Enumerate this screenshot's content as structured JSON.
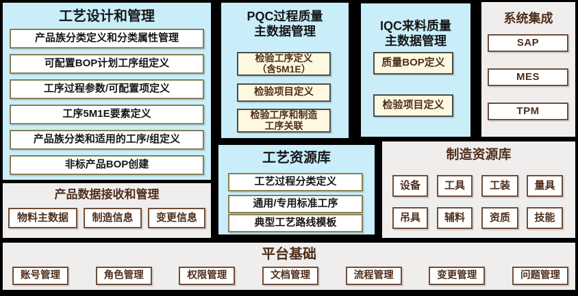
{
  "colors": {
    "canvas_bg": "#000000",
    "blue_panel": "#c9eefa",
    "gray_panel": "#f0eeed",
    "cream_box": "#fdf8e1",
    "khaki_border": "#857d54",
    "brown_border": "#6f4d36",
    "dark_border": "#4c4b45",
    "black_text": "#161616",
    "brown_text": "#4e2e1b"
  },
  "panels": {
    "process_design": {
      "title": "工艺设计和管理",
      "items": [
        {
          "label": "产品族分类定义和分类属性管理"
        },
        {
          "label": "可配置BOP计划工序组定义"
        },
        {
          "label": "工序过程参数/可配置项定义"
        },
        {
          "label": "工序5M1E要素定义"
        },
        {
          "label": "产品族分类和适用的工序/组定义"
        },
        {
          "label": "非标产品BOP创建"
        }
      ]
    },
    "product_data": {
      "title": "产品数据接收和管理",
      "items": [
        {
          "label": "物料主数据"
        },
        {
          "label": "制造信息"
        },
        {
          "label": "变更信息"
        }
      ]
    },
    "pqc": {
      "title_line1": "PQC过程质量",
      "title_line2": "主数据管理",
      "items": [
        {
          "line1": "检验工序定义",
          "line2": "（含5M1E）"
        },
        {
          "label": "检验项目定义"
        },
        {
          "line1": "检验工序和制造",
          "line2": "工序关联"
        }
      ]
    },
    "iqc": {
      "title_line1": "IQC来料质量",
      "title_line2": "主数据管理",
      "items": [
        {
          "label": "质量BOP定义"
        },
        {
          "label": "检验项目定义"
        }
      ]
    },
    "integration": {
      "title": "系统集成",
      "items": [
        {
          "label": "SAP"
        },
        {
          "label": "MES"
        },
        {
          "label": "TPM"
        }
      ]
    },
    "process_resources": {
      "title": "工艺资源库",
      "items": [
        {
          "label": "工艺过程分类定义"
        },
        {
          "label": "通用/专用标准工序"
        },
        {
          "label": "典型工艺路线模板"
        }
      ]
    },
    "manufacturing_resources": {
      "title": "制造资源库",
      "items": [
        {
          "label": "设备"
        },
        {
          "label": "工具"
        },
        {
          "label": "工装"
        },
        {
          "label": "量具"
        },
        {
          "label": "吊具"
        },
        {
          "label": "辅料"
        },
        {
          "label": "资质"
        },
        {
          "label": "技能"
        }
      ]
    },
    "platform": {
      "title": "平台基础",
      "items": [
        {
          "label": "账号管理"
        },
        {
          "label": "角色管理"
        },
        {
          "label": "权限管理"
        },
        {
          "label": "文档管理"
        },
        {
          "label": "流程管理"
        },
        {
          "label": "变更管理"
        },
        {
          "label": "问题管理"
        }
      ]
    }
  }
}
